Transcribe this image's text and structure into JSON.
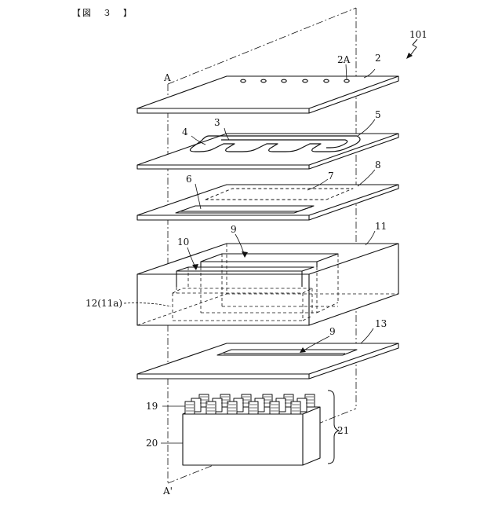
{
  "figure": {
    "title": "【図　３　】"
  },
  "labels": {
    "assembly": "101",
    "section_top": "A",
    "section_bottom": "A'",
    "plate_top": "2",
    "holes": "2A",
    "channel": "3",
    "groove_end": "4",
    "channel_plate": "5",
    "slit": "6",
    "dashed_region": "7",
    "slit_plate": "8",
    "cavity": "9",
    "inner_frame": "10",
    "block": "11",
    "inner_cavity": "12(11a)",
    "bottom_plate": "13",
    "cavity_bottom": "9",
    "fins": "19",
    "base": "20",
    "heat_sink": "21"
  }
}
